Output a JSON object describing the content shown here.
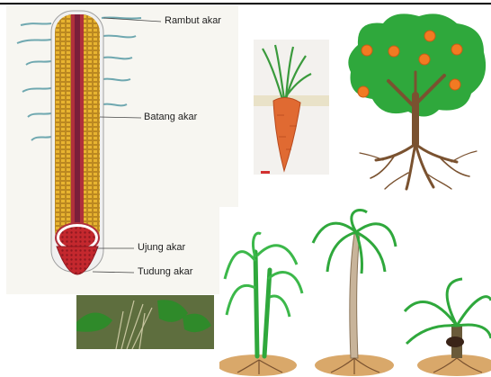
{
  "diagram": {
    "labels": {
      "root_hair": "Rambut akar",
      "root_stem": "Batang akar",
      "root_tip": "Ujung akar",
      "root_cap": "Tudung akar"
    }
  },
  "colors": {
    "cortex_yellow": "#e8b430",
    "core_red": "#b0303c",
    "cap_red": "#c4282e",
    "carrot_orange": "#e06a32",
    "leaf_green": "#2fa83c",
    "fruit_orange": "#f27a22",
    "trunk_brown": "#7a5230",
    "soil": "#d9a86a"
  }
}
